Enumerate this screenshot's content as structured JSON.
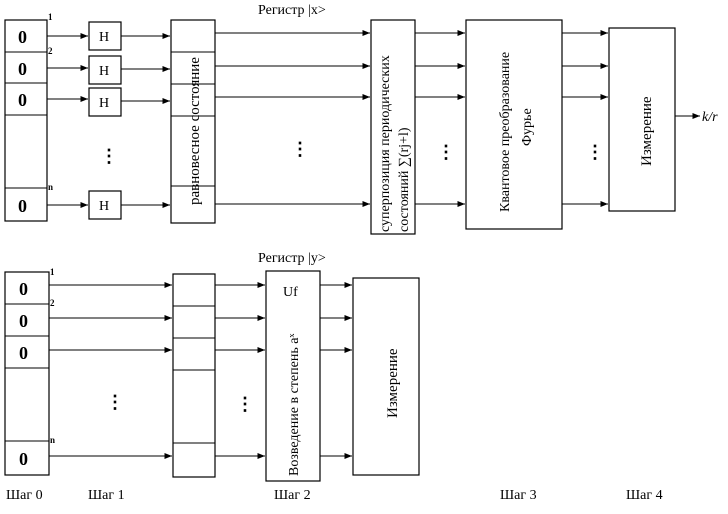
{
  "register_x": {
    "title": "Регистр |x>",
    "bits": [
      "0",
      "0",
      "0",
      "0"
    ],
    "indices": [
      "1",
      "2",
      "n"
    ],
    "hadamard": [
      "H",
      "H",
      "H",
      "H"
    ],
    "equilibrium_label": "равновесное состояние",
    "superposition_label_1": "суперпозиция периодических",
    "superposition_label_2": "состояний ∑(rj+l)",
    "fourier_label_1": "Квантовое преобразование",
    "fourier_label_2": "Фурье",
    "measure_label": "Измерение",
    "output": "k/r",
    "ellipsis": "⋮"
  },
  "register_y": {
    "title": "Регистр |y>",
    "bits": [
      "0",
      "0",
      "0",
      "0"
    ],
    "indices": [
      "1",
      "2",
      "n"
    ],
    "uf_label": "Uf",
    "power_label": "Возведение в степень aˣ",
    "measure_label": "Измерение",
    "ellipsis": "⋮"
  },
  "steps": [
    "Шаг 0",
    "Шаг 1",
    "Шаг 2",
    "Шаг 3",
    "Шаг 4"
  ]
}
